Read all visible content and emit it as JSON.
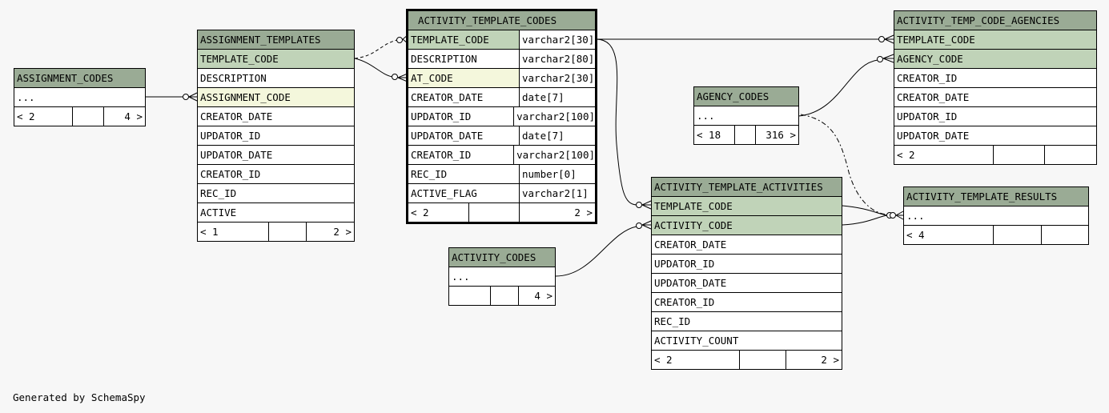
{
  "tables": {
    "assignment_codes": {
      "name": "ASSIGNMENT_CODES",
      "rows": [
        "..."
      ],
      "footer": {
        "left": "< 2",
        "right": "4 >"
      }
    },
    "assignment_templates": {
      "name": "ASSIGNMENT_TEMPLATES",
      "rows": [
        "TEMPLATE_CODE",
        "DESCRIPTION",
        "ASSIGNMENT_CODE",
        "CREATOR_DATE",
        "UPDATOR_ID",
        "UPDATOR_DATE",
        "CREATOR_ID",
        "REC_ID",
        "ACTIVE"
      ],
      "footer": {
        "left": "< 1",
        "right": "2 >"
      }
    },
    "activity_template_codes": {
      "name": "ACTIVITY_TEMPLATE_CODES",
      "rows": [
        {
          "col": "TEMPLATE_CODE",
          "type": "varchar2[30]"
        },
        {
          "col": "DESCRIPTION",
          "type": "varchar2[80]"
        },
        {
          "col": "AT_CODE",
          "type": "varchar2[30]"
        },
        {
          "col": "CREATOR_DATE",
          "type": "date[7]"
        },
        {
          "col": "UPDATOR_ID",
          "type": "varchar2[100]"
        },
        {
          "col": "UPDATOR_DATE",
          "type": "date[7]"
        },
        {
          "col": "CREATOR_ID",
          "type": "varchar2[100]"
        },
        {
          "col": "REC_ID",
          "type": "number[0]"
        },
        {
          "col": "ACTIVE_FLAG",
          "type": "varchar2[1]"
        }
      ],
      "footer": {
        "left": "< 2",
        "right": "2 >"
      }
    },
    "activity_codes": {
      "name": "ACTIVITY_CODES",
      "rows": [
        "..."
      ],
      "footer": {
        "left": "",
        "right": "4 >"
      }
    },
    "agency_codes": {
      "name": "AGENCY_CODES",
      "rows": [
        "..."
      ],
      "footer": {
        "left": "< 18",
        "right": "316 >"
      }
    },
    "activity_template_activities": {
      "name": "ACTIVITY_TEMPLATE_ACTIVITIES",
      "rows": [
        "TEMPLATE_CODE",
        "ACTIVITY_CODE",
        "CREATOR_DATE",
        "UPDATOR_ID",
        "UPDATOR_DATE",
        "CREATOR_ID",
        "REC_ID",
        "ACTIVITY_COUNT"
      ],
      "footer": {
        "left": "< 2",
        "right": "2 >"
      }
    },
    "activity_temp_code_agencies": {
      "name": "ACTIVITY_TEMP_CODE_AGENCIES",
      "rows": [
        "TEMPLATE_CODE",
        "AGENCY_CODE",
        "CREATOR_ID",
        "CREATOR_DATE",
        "UPDATOR_ID",
        "UPDATOR_DATE"
      ],
      "footer": {
        "left": "< 2",
        "right": ""
      }
    },
    "activity_template_results": {
      "name": "ACTIVITY_TEMPLATE_RESULTS",
      "rows": [
        "..."
      ],
      "footer": {
        "left": "< 4",
        "right": ""
      }
    }
  },
  "colors": {
    "header": "#9aab95",
    "primary_key": "#c0d3b8",
    "foreign_key": "#f4f7dc",
    "background": "#f7f7f7"
  },
  "footer_text": "Generated by SchemaSpy"
}
